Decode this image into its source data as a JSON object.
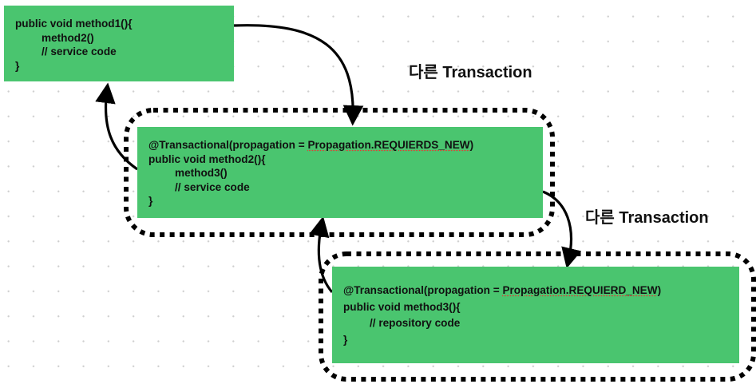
{
  "diagram": {
    "method1": {
      "lines": [
        "public void method1(){",
        "method2()",
        "// service code",
        "}"
      ]
    },
    "method2": {
      "annotation_prefix": "@Transactional(propagation = ",
      "annotation_value": "Propagation.REQUIERDS_NEW",
      "annotation_suffix": ")",
      "lines": [
        "public void method2(){",
        "method3()",
        "// service code",
        "}"
      ]
    },
    "method3": {
      "annotation_prefix": "@Transactional(propagation = ",
      "annotation_value": "Propagation.REQUIERD_NEW",
      "annotation_suffix": ")",
      "lines": [
        "public void method3(){",
        "// repository code",
        "}"
      ]
    },
    "labels": {
      "transaction_1": "다른 Transaction",
      "transaction_2": "다른 Transaction"
    },
    "colors": {
      "box_fill": "#4ac56f",
      "arrow": "#000000",
      "boundary": "#000000"
    }
  }
}
